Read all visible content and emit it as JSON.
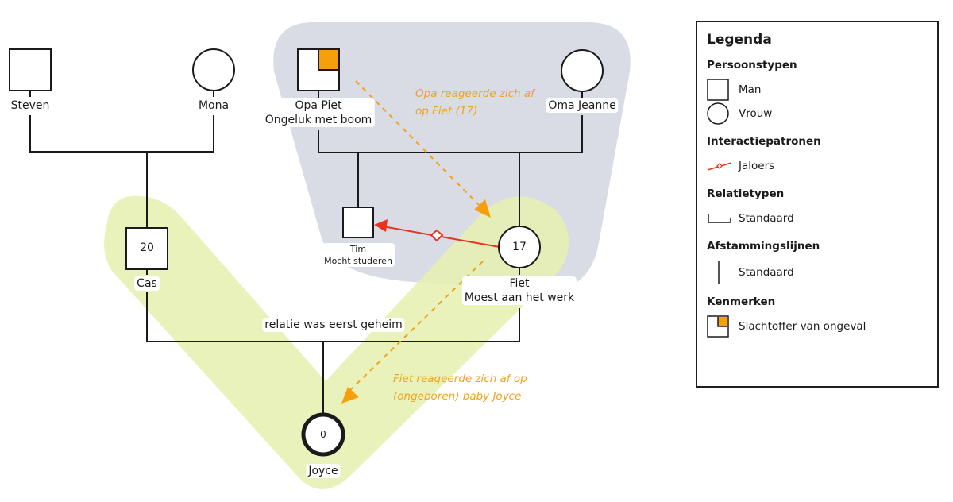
{
  "diagram": {
    "type": "genogram",
    "colors": {
      "family_group_fill": "#d9dbe5",
      "highlight_fill": "#e8f2b8",
      "accident_marker": "#f5a00a",
      "jealous_line": "#e8331f",
      "annotation": "#f2a21c",
      "line": "#1a1a1a"
    },
    "persons": [
      {
        "id": "steven",
        "name": "Steven",
        "gender": "man",
        "age": "",
        "note": ""
      },
      {
        "id": "mona",
        "name": "Mona",
        "gender": "vrouw",
        "age": "",
        "note": ""
      },
      {
        "id": "opa_piet",
        "name": "Opa Piet",
        "gender": "man",
        "age": "",
        "note": "Ongeluk met boom",
        "kenmerk": "Slachtoffer van ongeval"
      },
      {
        "id": "oma_jeanne",
        "name": "Oma Jeanne",
        "gender": "vrouw",
        "age": "",
        "note": ""
      },
      {
        "id": "cas",
        "name": "Cas",
        "gender": "man",
        "age": "20",
        "note": ""
      },
      {
        "id": "tim",
        "name": "Tim",
        "gender": "man",
        "age": "",
        "note": "Mocht studeren"
      },
      {
        "id": "fiet",
        "name": "Fiet",
        "gender": "vrouw",
        "age": "17",
        "note": "Moest aan het werk"
      },
      {
        "id": "joyce",
        "name": "Joyce",
        "gender": "vrouw",
        "age": "0",
        "note": "",
        "index_person": true
      }
    ],
    "relations": [
      {
        "from": "steven",
        "to": "mona",
        "type": "Standaard",
        "label": ""
      },
      {
        "from": "opa_piet",
        "to": "oma_jeanne",
        "type": "Standaard",
        "label": ""
      },
      {
        "from": "cas",
        "to": "fiet",
        "type": "Standaard",
        "label": "relatie was eerst geheim"
      }
    ],
    "interactions": [
      {
        "from": "fiet",
        "to": "tim",
        "type": "Jaloers"
      }
    ],
    "annotations": [
      {
        "id": "ann1",
        "text_line1": "Opa reageerde zich af",
        "text_line2": "op Fiet (17)",
        "from": "opa_piet",
        "to": "fiet"
      },
      {
        "id": "ann2",
        "text_line1": "Fiet reageerde zich af op",
        "text_line2": "(ongeboren) baby Joyce",
        "from": "fiet",
        "to": "joyce"
      }
    ]
  },
  "legend": {
    "title": "Legenda",
    "sections": [
      {
        "title": "Persoonstypen",
        "items": [
          {
            "icon": "square-icon",
            "label": "Man"
          },
          {
            "icon": "circle-icon",
            "label": "Vrouw"
          }
        ]
      },
      {
        "title": "Interactiepatronen",
        "items": [
          {
            "icon": "jealous-line-icon",
            "label": "Jaloers"
          }
        ]
      },
      {
        "title": "Relatietypen",
        "items": [
          {
            "icon": "relation-bracket-icon",
            "label": "Standaard"
          }
        ]
      },
      {
        "title": "Afstammingslijnen",
        "items": [
          {
            "icon": "descent-line-icon",
            "label": "Standaard"
          }
        ]
      },
      {
        "title": "Kenmerken",
        "items": [
          {
            "icon": "accident-victim-icon",
            "label": "Slachtoffer van ongeval"
          }
        ]
      }
    ]
  }
}
